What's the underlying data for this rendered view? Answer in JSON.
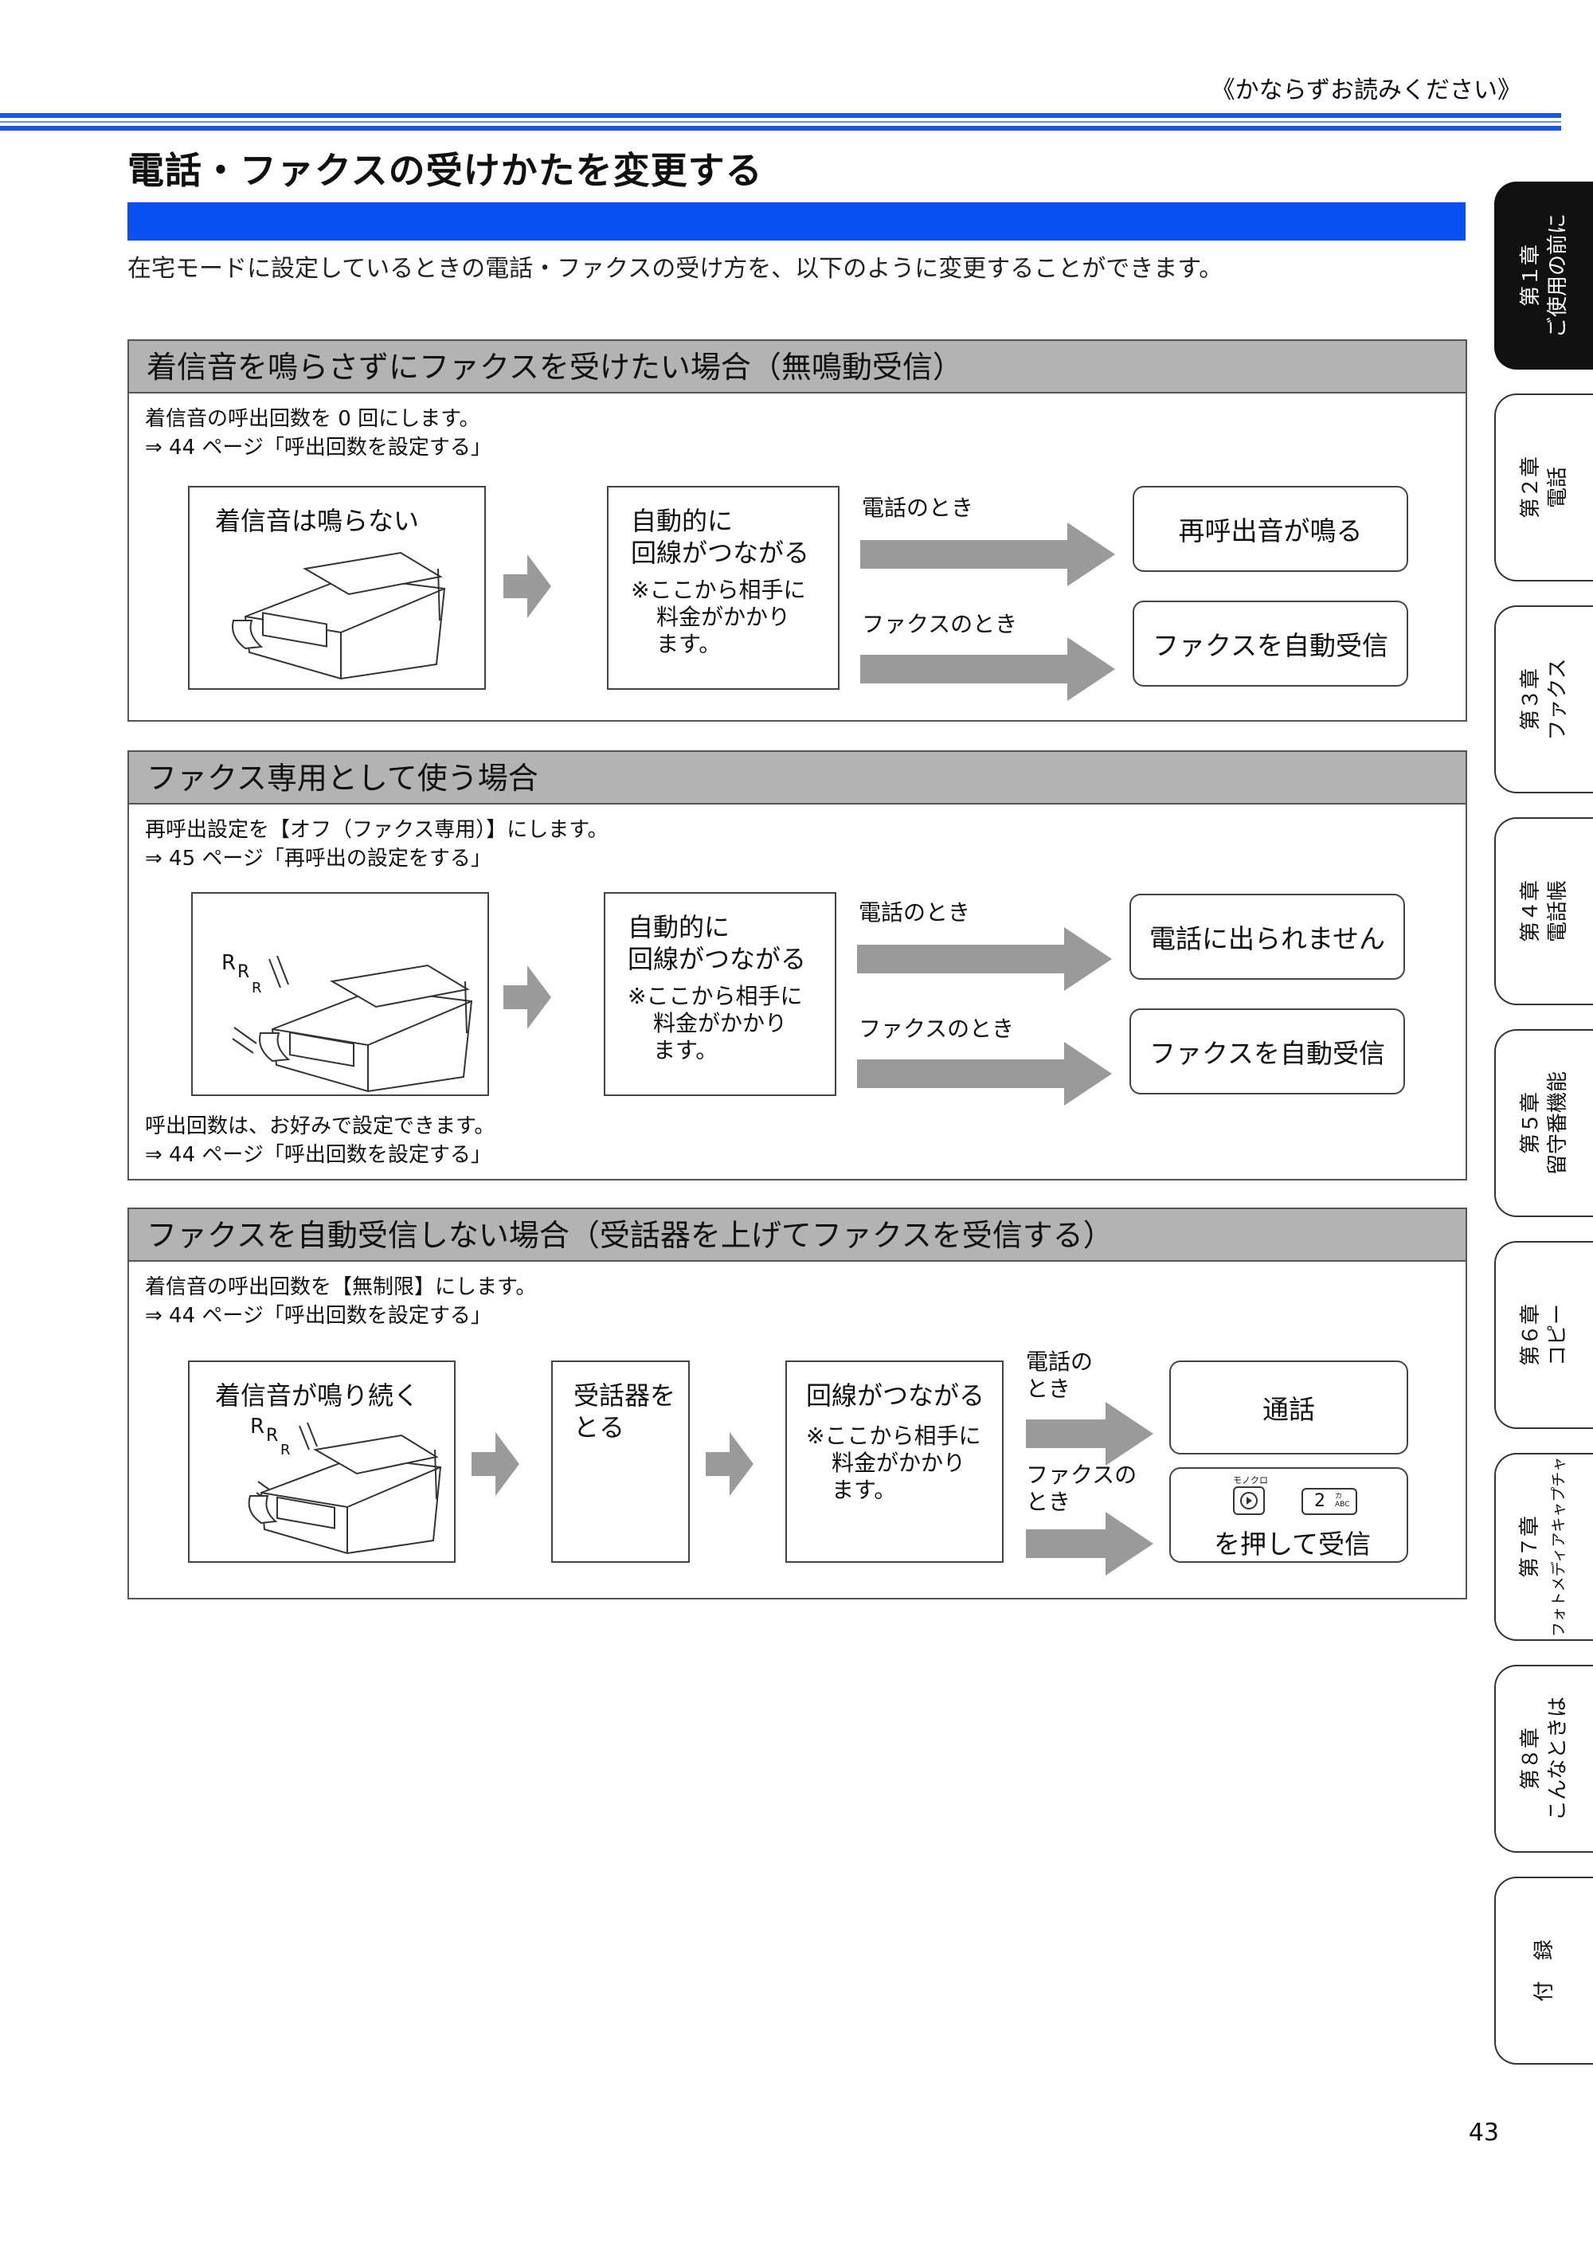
{
  "header": {
    "note": "《かならずお読みください》"
  },
  "page": {
    "title": "電話・ファクスの受けかたを変更する",
    "intro": "在宅モードに設定しているときの電話・ファクスの受け方を、以下のように変更することができます。",
    "number": "43"
  },
  "sections": [
    {
      "heading": "着信音を鳴らさずにファクスを受けたい場合（無鳴動受信）",
      "note1": "着信音の呼出回数を 0 回にします。",
      "note2": "⇒ 44 ページ「呼出回数を設定する」",
      "box1": "着信音は鳴らない",
      "box2_line1": "自動的に",
      "box2_line2": "回線がつながる",
      "box2_sub1": "※ここから相手に",
      "box2_sub2": "料金がかかり",
      "box2_sub3": "ます。",
      "phone_label": "電話のとき",
      "fax_label": "ファクスのとき",
      "result_phone": "再呼出音が鳴る",
      "result_fax": "ファクスを自動受信"
    },
    {
      "heading": "ファクス専用として使う場合",
      "note1": "再呼出設定を【オフ（ファクス専用）】にします。",
      "note2": "⇒ 45 ページ「再呼出の設定をする」",
      "box2_line1": "自動的に",
      "box2_line2": "回線がつながる",
      "box2_sub1": "※ここから相手に",
      "box2_sub2": "料金がかかり",
      "box2_sub3": "ます。",
      "phone_label": "電話のとき",
      "fax_label": "ファクスのとき",
      "result_phone": "電話に出られません",
      "result_fax": "ファクスを自動受信",
      "footnote1": "呼出回数は、お好みで設定できます。",
      "footnote2": "⇒ 44 ページ「呼出回数を設定する」",
      "ring_r1": "R",
      "ring_r2": "R",
      "ring_r3": "R"
    },
    {
      "heading": "ファクスを自動受信しない場合（受話器を上げてファクスを受信する）",
      "note1": "着信音の呼出回数を【無制限】にします。",
      "note2": "⇒ 44 ページ「呼出回数を設定する」",
      "box1": "着信音が鳴り続く",
      "box2_line1": "受話器を",
      "box2_line2": "とる",
      "box3_line1": "回線がつながる",
      "box3_sub1": "※ここから相手に",
      "box3_sub2": "料金がかかり",
      "box3_sub3": "ます。",
      "phone_label1": "電話の",
      "phone_label2": "とき",
      "fax_label1": "ファクスの",
      "fax_label2": "とき",
      "result_phone": "通話",
      "result_fax": "を押して受信",
      "mono_label": "モノクロ",
      "key_label": "2",
      "key_sub": "カ\nABC",
      "ring_r1": "R",
      "ring_r2": "R",
      "ring_r3": "R"
    }
  ],
  "tabs": [
    {
      "line1": "第１章",
      "line2": "ご使用の前に",
      "active": true
    },
    {
      "line1": "第２章",
      "line2": "電話"
    },
    {
      "line1": "第３章",
      "line2": "ファクス"
    },
    {
      "line1": "第４章",
      "line2": "電話帳"
    },
    {
      "line1": "第５章",
      "line2": "留守番機能"
    },
    {
      "line1": "第６章",
      "line2": "コピー"
    },
    {
      "line1": "第７章",
      "line2": "フォトメディアキャプチャ"
    },
    {
      "line1": "第８章",
      "line2": "こんなときは"
    },
    {
      "line1": "付　録",
      "line2": ""
    }
  ],
  "colors": {
    "accent": "#0a50f0",
    "section_head": "#b3b3b3",
    "arrow": "#9a9a9a"
  }
}
